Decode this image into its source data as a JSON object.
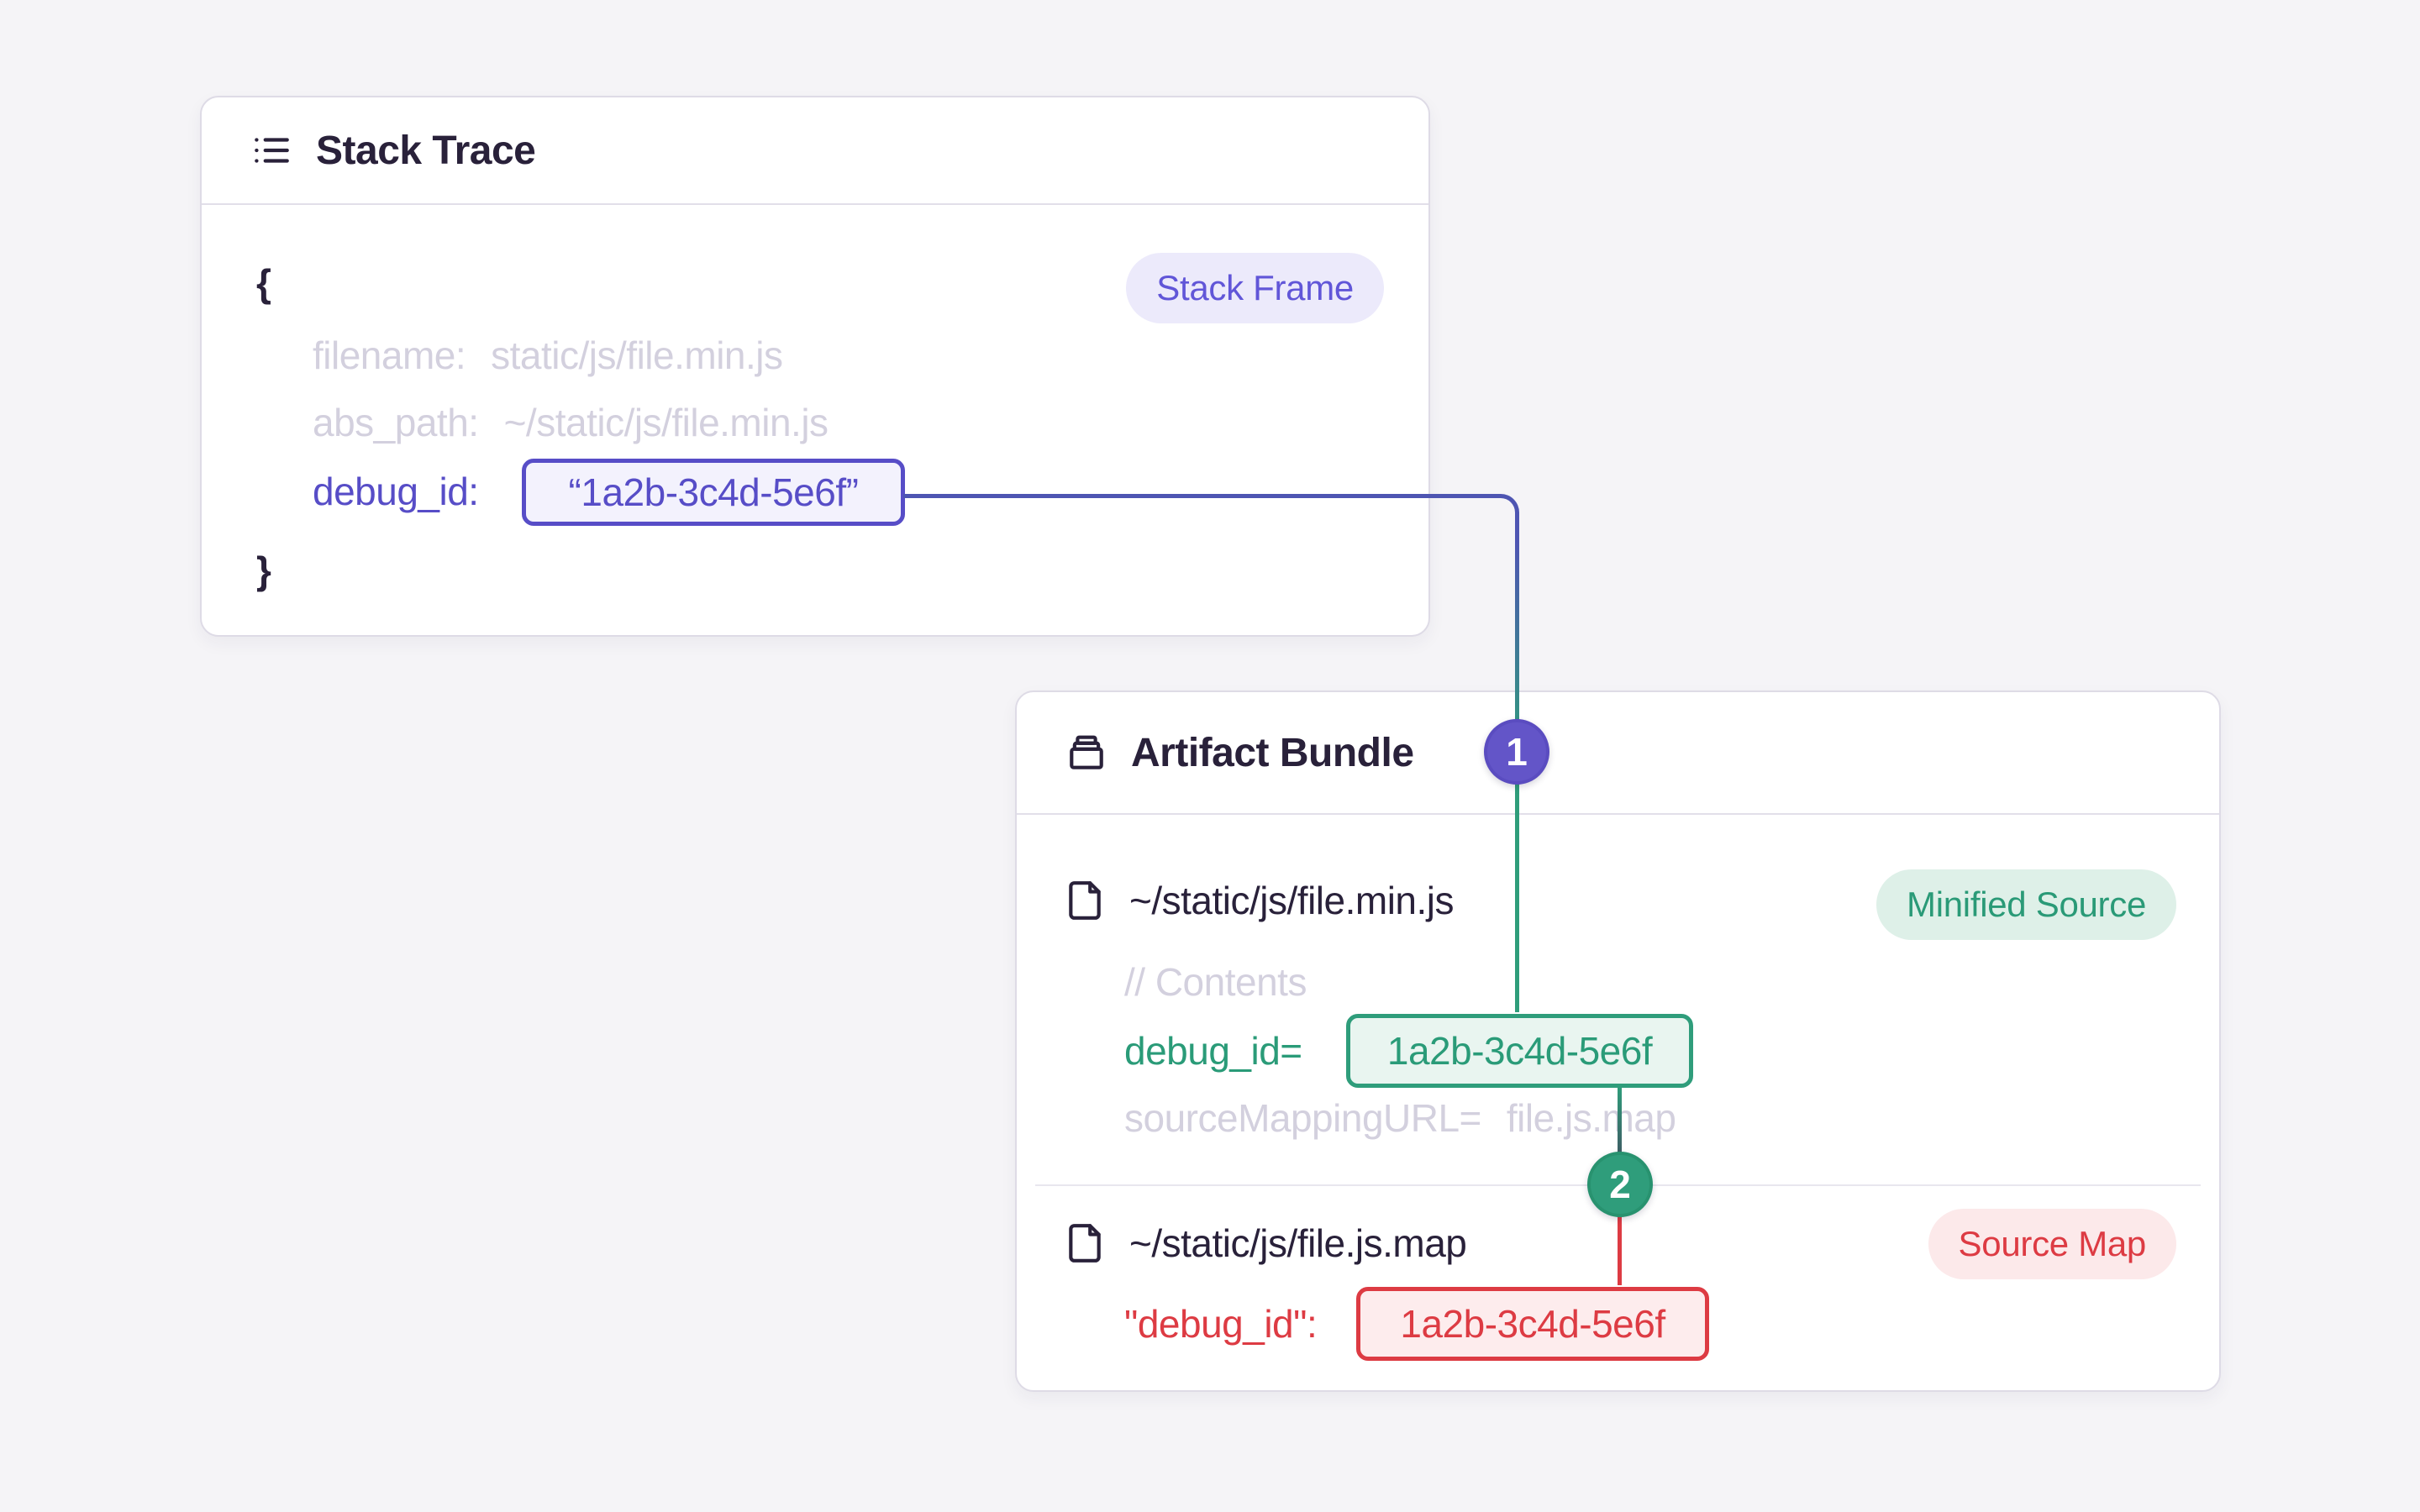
{
  "canvas": {
    "background": "#f5f4f7"
  },
  "accents": {
    "purple": "#574dc7",
    "indigo_line": "#4e55b2",
    "green": "#2a9b78",
    "red": "#dd3b43",
    "dark_text": "#29213a",
    "muted_text": "#d3d0de",
    "card_border": "#dedbe6"
  },
  "stack_trace": {
    "title": "Stack Trace",
    "frame_badge": "Stack Frame",
    "open_brace": "{",
    "close_brace": "}",
    "rows": [
      {
        "key": "filename:",
        "value": "static/js/file.min.js"
      },
      {
        "key": "abs_path:",
        "value": "~/static/js/file.min.js"
      }
    ],
    "debug": {
      "key": "debug_id:",
      "value": "“1a2b-3c4d-5e6f”"
    }
  },
  "markers": {
    "step1": "1",
    "step2": "2"
  },
  "artifact_bundle": {
    "title": "Artifact Bundle",
    "minified": {
      "path": "~/static/js/file.min.js",
      "badge": "Minified Source",
      "comment": "// Contents",
      "debug_key": "debug_id=",
      "debug_value": "1a2b-3c4d-5e6f",
      "mapping_key": "sourceMappingURL=",
      "mapping_value": "file.js.map"
    },
    "sourcemap": {
      "path": "~/static/js/file.js.map",
      "badge": "Source Map",
      "debug_key": "\"debug_id\":",
      "debug_value": "1a2b-3c4d-5e6f"
    }
  }
}
